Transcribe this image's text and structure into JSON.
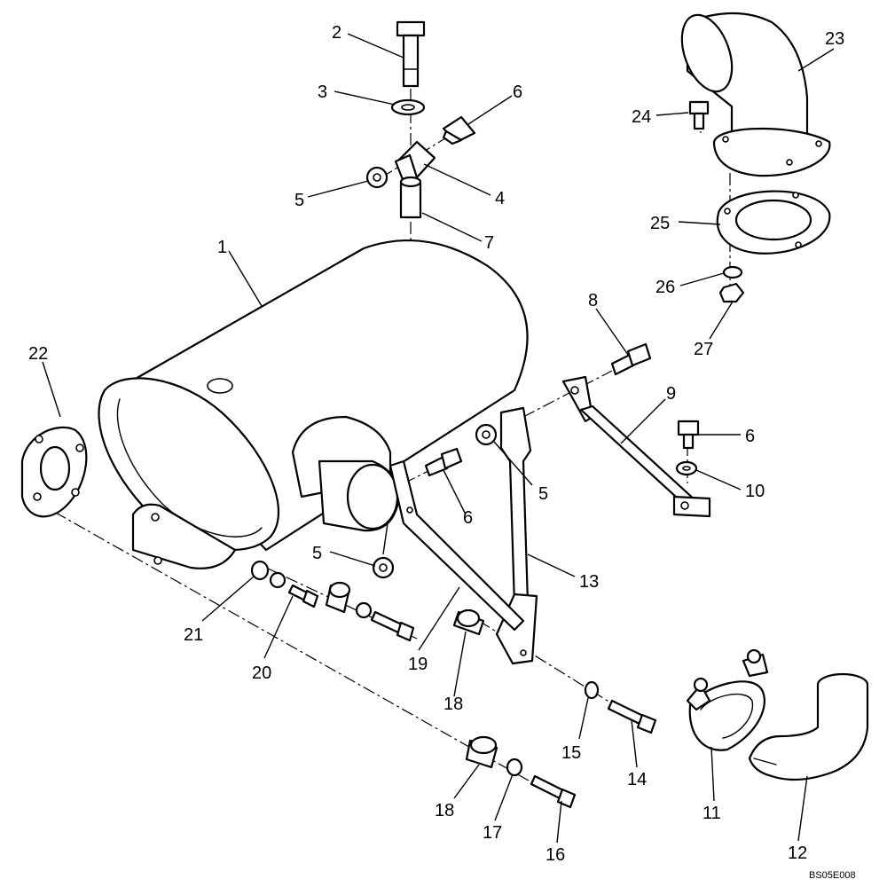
{
  "figure_code": "BS05E008",
  "callouts": [
    {
      "number": "1",
      "part": "muffler-body"
    },
    {
      "number": "2",
      "part": "bolt-top"
    },
    {
      "number": "3",
      "part": "washer-top"
    },
    {
      "number": "4",
      "part": "clip-bracket"
    },
    {
      "number": "5",
      "part": "flange-nut"
    },
    {
      "number": "6",
      "part": "cap-screw"
    },
    {
      "number": "7",
      "part": "spacer-tube"
    },
    {
      "number": "8",
      "part": "bolt-strap"
    },
    {
      "number": "9",
      "part": "support-strap"
    },
    {
      "number": "10",
      "part": "washer"
    },
    {
      "number": "11",
      "part": "clamp"
    },
    {
      "number": "12",
      "part": "elbow-pipe"
    },
    {
      "number": "13",
      "part": "support-arm"
    },
    {
      "number": "14",
      "part": "bolt-lower"
    },
    {
      "number": "15",
      "part": "washer-lower"
    },
    {
      "number": "16",
      "part": "bolt-bottom"
    },
    {
      "number": "17",
      "part": "washer-bottom"
    },
    {
      "number": "18",
      "part": "isolator-bushing"
    },
    {
      "number": "19",
      "part": "support-brace"
    },
    {
      "number": "20",
      "part": "screw-small"
    },
    {
      "number": "21",
      "part": "washer-small"
    },
    {
      "number": "22",
      "part": "gasket-inlet"
    },
    {
      "number": "23",
      "part": "exhaust-stack"
    },
    {
      "number": "24",
      "part": "stack-screw"
    },
    {
      "number": "25",
      "part": "stack-gasket"
    },
    {
      "number": "26",
      "part": "lock-washer"
    },
    {
      "number": "27",
      "part": "hex-nut"
    }
  ],
  "label_values": {
    "l1": "1",
    "l2": "2",
    "l3": "3",
    "l4": "4",
    "l5a": "5",
    "l5b": "5",
    "l5c": "5",
    "l6a": "6",
    "l6b": "6",
    "l6c": "6",
    "l7": "7",
    "l8": "8",
    "l9": "9",
    "l10": "10",
    "l11": "11",
    "l12": "12",
    "l13": "13",
    "l14": "14",
    "l15": "15",
    "l16": "16",
    "l17": "17",
    "l18a": "18",
    "l18b": "18",
    "l19": "19",
    "l20": "20",
    "l21": "21",
    "l22": "22",
    "l23": "23",
    "l24": "24",
    "l25": "25",
    "l26": "26",
    "l27": "27"
  }
}
